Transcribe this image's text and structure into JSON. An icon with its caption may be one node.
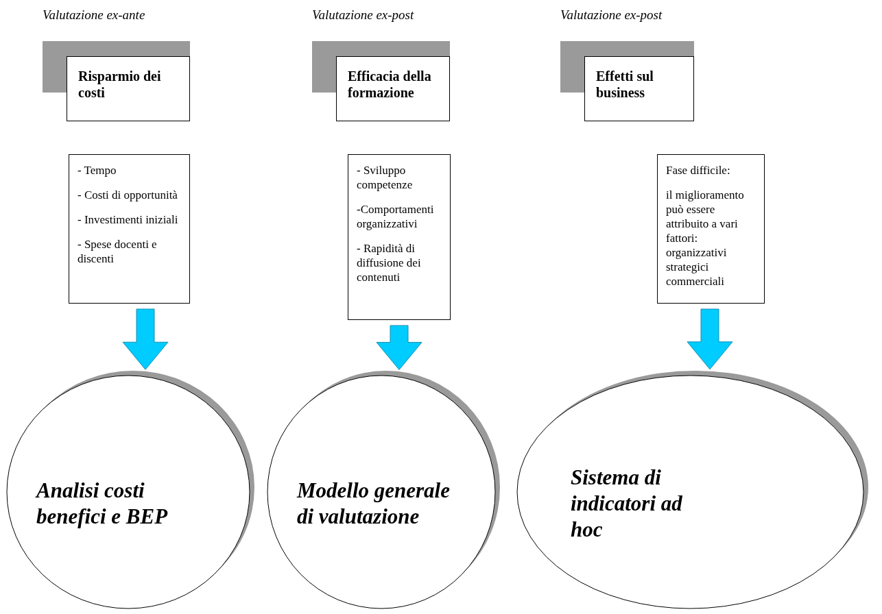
{
  "diagram": {
    "nodes": [
      {
        "text": [
          "Risparmio dei costi"
        ],
        "beside": [
          "Valutazione ex-ante"
        ]
      },
      {
        "text": [
          "Efficacia della formazione"
        ],
        "beside": [
          "Valutazione ex-post"
        ]
      },
      {
        "text": [
          "Effetti sul business"
        ],
        "beside": [
          "Valutazione ex-post"
        ]
      },
      {
        "text": [
          "- Tempo",
          "- Costi di opportunità",
          "- Investimenti iniziali",
          "- Spese docenti e discenti"
        ]
      },
      {
        "text": [
          "- Sviluppo competenze",
          "-Comportamenti organizzativi",
          "- Rapidità di diffusione dei contenuti"
        ]
      },
      {
        "text": [
          "Fase difficile:",
          "il miglioramento può essere attribuito a vari fattori: organizzativi strategici commerciali"
        ]
      },
      {
        "text": [
          "Analisi costi benefici e BEP"
        ]
      },
      {
        "text": [
          "Modello generale di valutazione"
        ]
      },
      {
        "text": [
          "Sistema di indicatori ad hoc"
        ]
      }
    ],
    "edges": [
      {
        "from": 3,
        "to": 6,
        "arrow": "to",
        "style": "thick"
      },
      {
        "from": 4,
        "to": 7,
        "arrow": "to",
        "style": "thick"
      },
      {
        "from": 5,
        "to": 8,
        "arrow": "to",
        "style": "thick"
      }
    ]
  }
}
